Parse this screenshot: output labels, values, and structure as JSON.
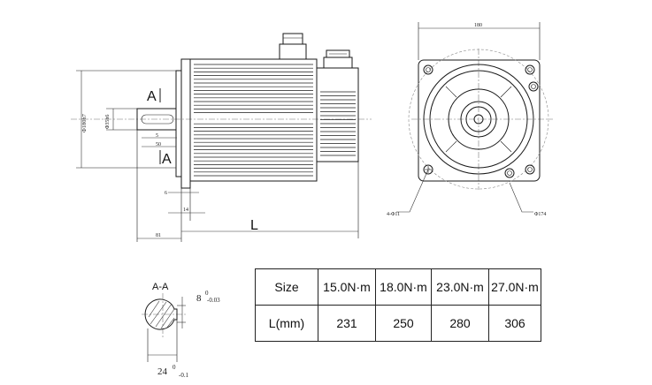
{
  "side_view": {
    "dim_flange_dia": "Φ180h7",
    "dim_shaft_dia": "Φ35h6",
    "dim_key_offset": "5",
    "dim_key_length": "50",
    "dim_flange_thickness": "6",
    "dim_spigot": "14",
    "dim_shaft_length": "81",
    "dim_body_length": "L",
    "section_mark_top": "A",
    "section_mark_bottom": "A"
  },
  "front_view": {
    "dim_width": "180",
    "dim_holes": "4-Φ11",
    "dim_pcd": "Φ174"
  },
  "section_view": {
    "title": "A-A",
    "dim_key_width": "8",
    "dim_key_width_tol": "-0.03",
    "dim_key_width_upper": "0",
    "dim_key_depth": "24",
    "dim_key_depth_tol": "-0.1",
    "dim_key_depth_upper": "0"
  },
  "spec_table": {
    "rows": [
      {
        "label": "Size",
        "values": [
          "15.0N·m",
          "18.0N·m",
          "23.0N·m",
          "27.0N·m"
        ]
      },
      {
        "label": "L(mm)",
        "values": [
          "231",
          "250",
          "280",
          "306"
        ]
      }
    ]
  }
}
